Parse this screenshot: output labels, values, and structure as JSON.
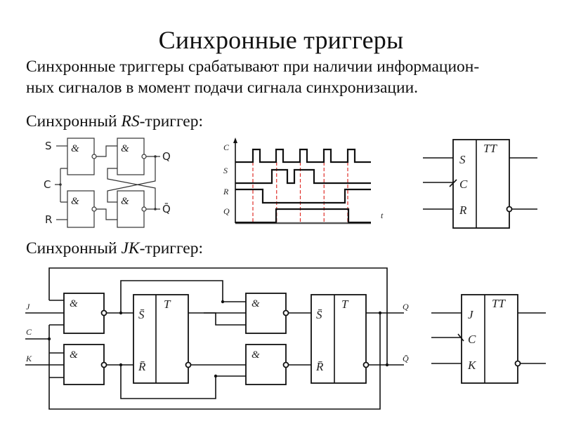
{
  "slide": {
    "title": "Синхронные триггеры",
    "paragraph_line1": "Синхронные триггеры срабатывают при наличии информацион-",
    "paragraph_line2": "ных сигналов в момент подачи сигнала синхронизации.",
    "rs_heading_prefix": "Синхронный ",
    "rs_heading_italic": "RS",
    "rs_heading_suffix": "-триггер:",
    "jk_heading_prefix": "Синхронный ",
    "jk_heading_italic": "JK",
    "jk_heading_suffix": "-триггер:"
  },
  "rs_circuit": {
    "inputs": [
      "S",
      "C",
      "R"
    ],
    "outputs": [
      "Q",
      "Q̄"
    ],
    "gate_symbol": "&",
    "gate_count": 4,
    "gate_type": "NAND"
  },
  "timing_diagram": {
    "signals": [
      "C",
      "S",
      "R",
      "Q"
    ],
    "time_label": "t",
    "clock_pulses": 5,
    "waveforms": {
      "C": [
        0,
        1,
        0,
        0,
        1,
        0,
        0,
        1,
        0,
        0,
        1,
        0,
        0,
        1,
        0
      ],
      "S": "low, high after 2nd pulse start, short dip, high until after 3rd pulse, then low",
      "R": "high until middle of 1st period, low until just before 5th pulse, then high",
      "Q": "low until 2nd pulse, high until 5th pulse, then low"
    },
    "marker_color": "#e0302a"
  },
  "rs_symbol": {
    "inputs": [
      "S",
      "C",
      "R"
    ],
    "type_label": "TT",
    "outputs": [
      "direct",
      "inverted"
    ]
  },
  "jk_circuit": {
    "inputs": [
      "J",
      "C",
      "K"
    ],
    "outputs": [
      "Q",
      "Q̄"
    ],
    "gate_symbol": "&",
    "latch_label": "T",
    "latch_inputs": [
      "S̄",
      "R̄"
    ],
    "stages": [
      "master",
      "slave"
    ]
  },
  "jk_symbol": {
    "inputs": [
      "J",
      "C",
      "K"
    ],
    "type_label": "TT",
    "outputs": [
      "direct",
      "inverted"
    ]
  }
}
